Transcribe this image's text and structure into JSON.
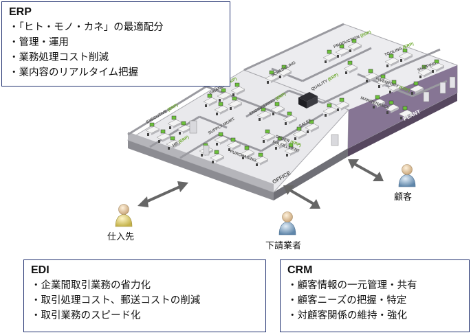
{
  "erp": {
    "title": "ERP",
    "items": [
      "・「ヒト・モノ・カネ」の最適配分",
      "・管理・運用",
      "・業務処理コスト削減",
      "・業内容のリアルタイム把握"
    ]
  },
  "edi": {
    "title": "EDI",
    "items": [
      "・企業間取引業務の省力化",
      "・取引処理コスト、郵送コストの削減",
      "・取引業務のスピード化"
    ]
  },
  "crm": {
    "title": "CRM",
    "items": [
      "・顧客情報の一元管理・共有",
      "・顧客ニーズの把握・特定",
      "・対顧客関係の維持・強化"
    ]
  },
  "people": {
    "supplier": "仕入先",
    "subcontractor": "下請業者",
    "customer": "顧客"
  },
  "floorplan": {
    "office_label": "OFFICE",
    "plant_label": "PLANT",
    "rooms": {
      "executive": "EXECUTIVE",
      "hr": "HR",
      "finance": "FINANCE",
      "supply": "SUPPLY MGMT.",
      "purchasing": "PURCHASING",
      "engineering": "ENGINEERING",
      "sales": "SALES",
      "order1": "ORDER",
      "order2": "FULFILLMENT",
      "scheduling": "SCHEDULING",
      "production": "PRODUCTION",
      "quality": "QUALITY",
      "tooling": "TOOLING",
      "inventory": "INVENTORY",
      "shipping": "SHIPPING",
      "maintenance": "MAINTENANCE"
    },
    "tag": "(ERP)"
  },
  "colors": {
    "box_border": "#1f2f6e",
    "plant": "#7d6a8c",
    "floor": "#e9e9ec",
    "wall": "#a8a8ad",
    "erp_tag": "#6aa82a",
    "arrow": "#666666"
  }
}
